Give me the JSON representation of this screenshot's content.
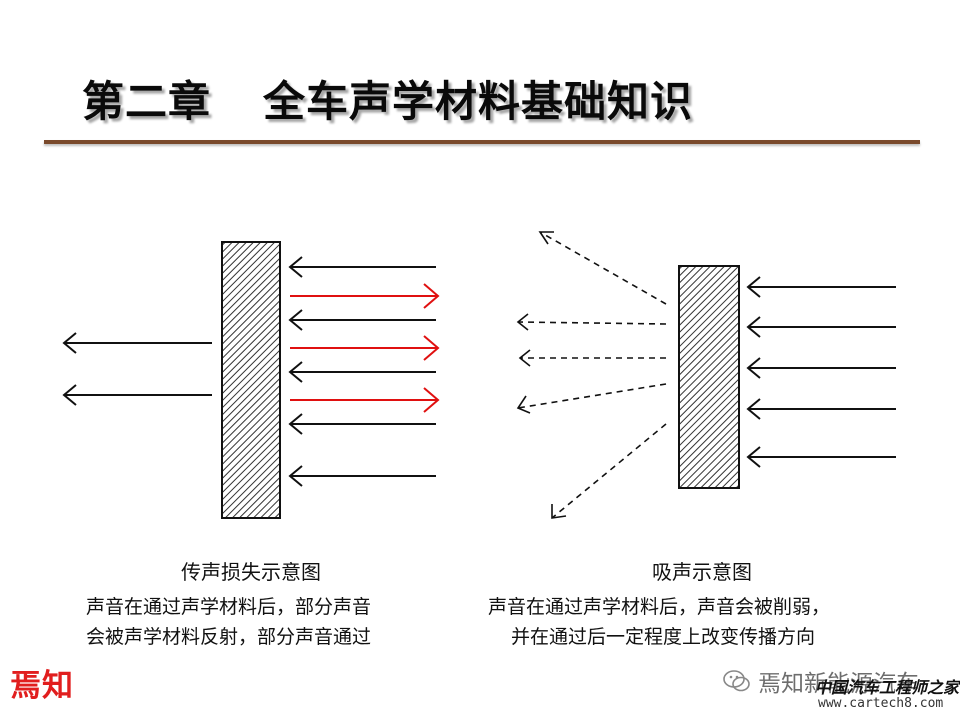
{
  "slide": {
    "chapter": "第二章",
    "title": "全车声学材料基础知识"
  },
  "left_diagram": {
    "caption": "传声损失示意图",
    "desc_line1": "声音在通过声学材料后，部分声音",
    "desc_line2": "会被声学材料反射，部分声音通过"
  },
  "right_diagram": {
    "caption": "吸声示意图",
    "desc_line1": "声音在通过声学材料后，声音会被削弱，",
    "desc_line2": "并在通过后一定程度上改变传播方向"
  },
  "branding": {
    "logo": "焉知",
    "watermark": "焉知新能源汽车",
    "watermark2": "中国汽车工程师之家",
    "url": "www.cartech8.com"
  },
  "colors": {
    "rule": "#7a4a2c",
    "reflected_arrow": "#e01010",
    "arrow": "#111111",
    "logo": "#e11e1e"
  }
}
